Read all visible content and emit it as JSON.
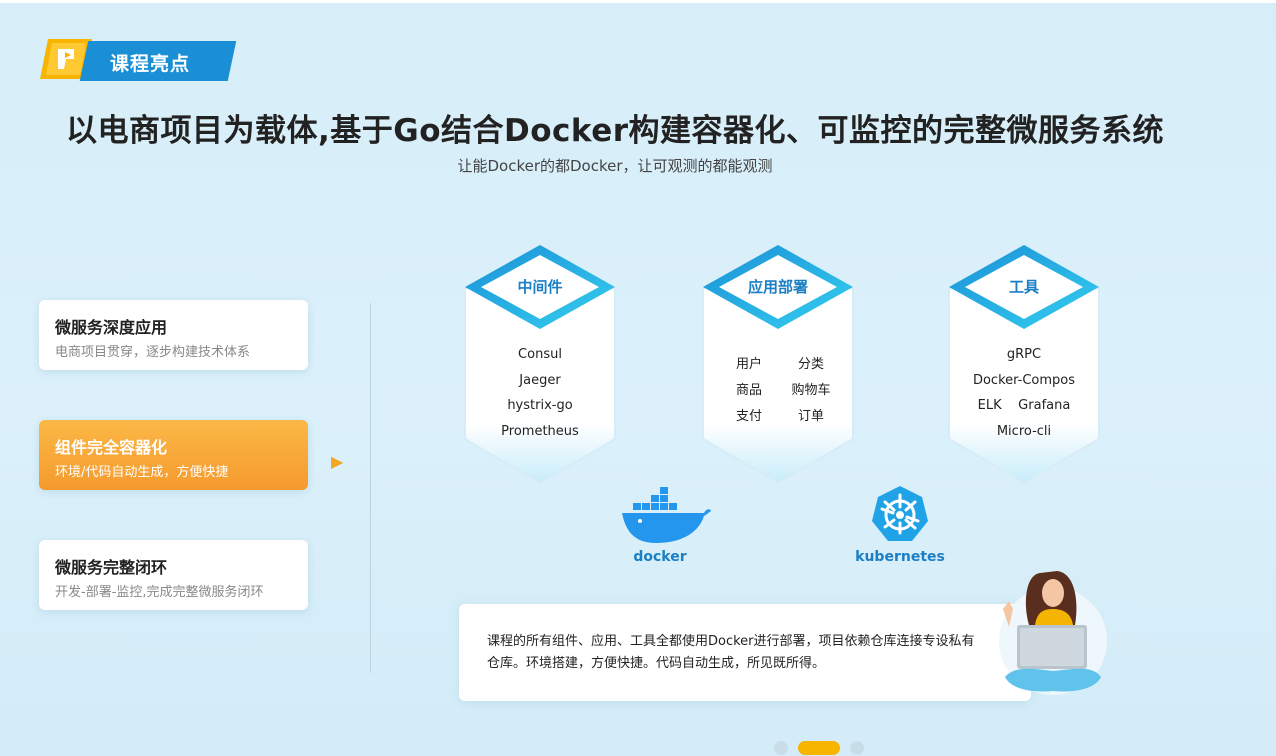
{
  "header": {
    "badge_label": "课程亮点"
  },
  "title": "以电商项目为载体,基于Go结合Docker构建容器化、可监控的完整微服务系统",
  "subtitle": "让能Docker的都Docker，让可观测的都能观测",
  "features": [
    {
      "title": "微服务深度应用",
      "desc": "电商项目贯穿，逐步构建技术体系",
      "active": false
    },
    {
      "title": "组件完全容器化",
      "desc": "环境/代码自动生成，方便快捷",
      "active": true
    },
    {
      "title": "微服务完整闭环",
      "desc": "开发-部署-监控,完成完整微服务闭环",
      "active": false
    }
  ],
  "selected_arrow": "▶",
  "categories": [
    {
      "title": "中间件",
      "items": [
        "Consul",
        "Jaeger",
        "hystrix-go",
        "Prometheus"
      ]
    },
    {
      "title": "应用部署",
      "grid": [
        "用户",
        "分类",
        "商品",
        "购物车",
        "支付",
        "订单"
      ]
    },
    {
      "title": "工具",
      "items": [
        "gRPC",
        "Docker-Compos",
        "ELK    Grafana",
        "Micro-cli"
      ]
    }
  ],
  "logos": {
    "docker": "docker",
    "kubernetes": "kubernetes"
  },
  "description": "课程的所有组件、应用、工具全都使用Docker进行部署，项目依赖仓库连接专设私有仓库。环境搭建，方便快捷。代码自动生成，所见既所得。",
  "pagination": {
    "count": 3,
    "active_index": 1
  },
  "colors": {
    "accent_blue": "#1a8fd6",
    "accent_orange": "#f59a2e",
    "dot_active": "#f7b500"
  },
  "icons": [
    "play-logo-icon",
    "docker-whale-icon",
    "kubernetes-helm-icon"
  ]
}
